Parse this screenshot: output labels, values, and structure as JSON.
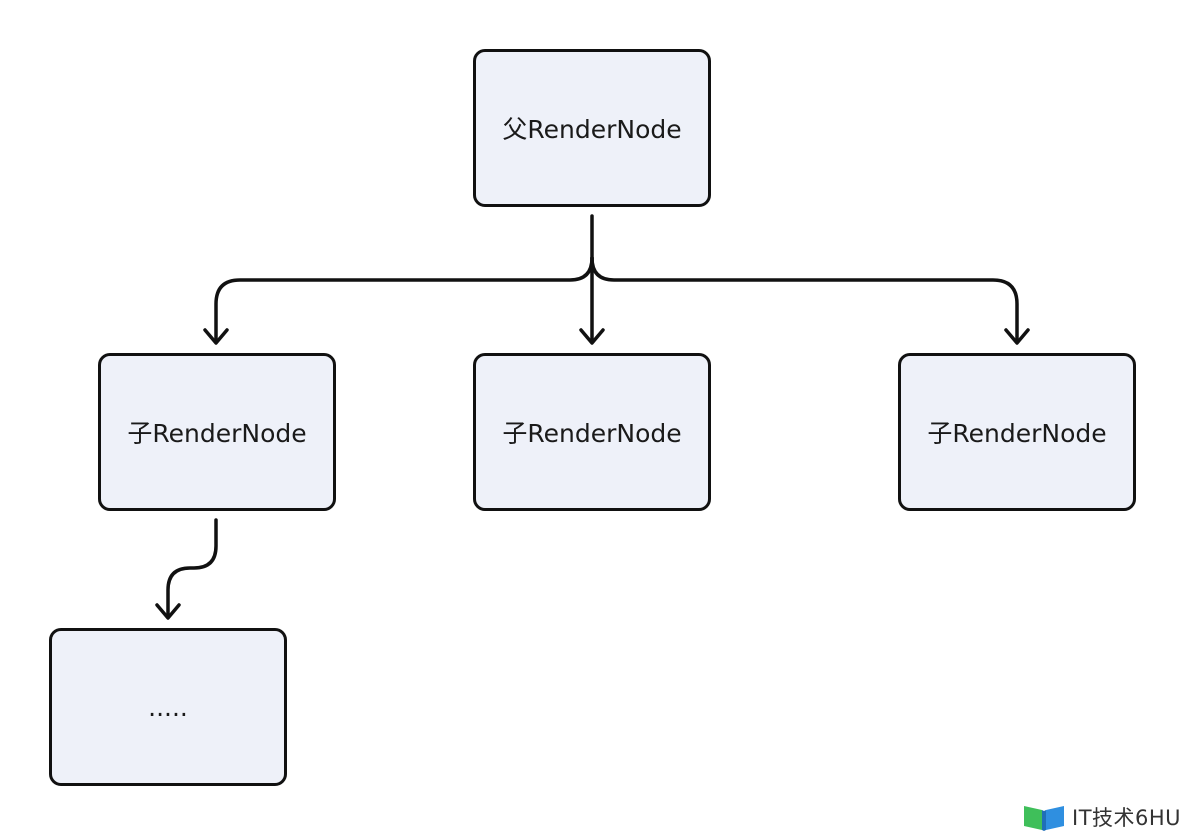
{
  "nodes": {
    "parent": "父RenderNode",
    "child1": "子RenderNode",
    "child2": "子RenderNode",
    "child3": "子RenderNode",
    "grandchild": "....."
  },
  "watermark": {
    "text": "IT技术6HU"
  },
  "colors": {
    "node_fill": "#eef1f9",
    "stroke": "#111111",
    "logo_green": "#3fbf5a",
    "logo_blue": "#2f8fe0"
  }
}
